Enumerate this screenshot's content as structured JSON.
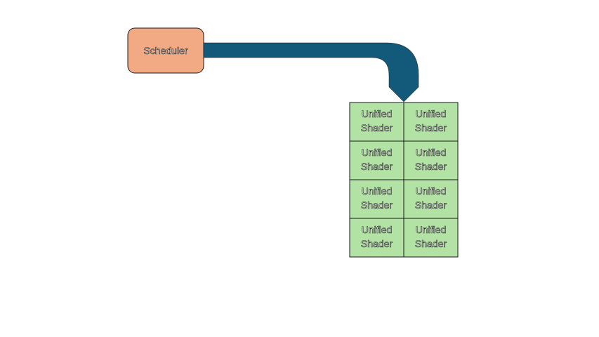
{
  "diagram": {
    "scheduler": {
      "label": "Scheduler"
    },
    "shaders": [
      {
        "line1": "Unified",
        "line2": "Shader"
      },
      {
        "line1": "Unified",
        "line2": "Shader"
      },
      {
        "line1": "Unified",
        "line2": "Shader"
      },
      {
        "line1": "Unified",
        "line2": "Shader"
      },
      {
        "line1": "Unified",
        "line2": "Shader"
      },
      {
        "line1": "Unified",
        "line2": "Shader"
      },
      {
        "line1": "Unified",
        "line2": "Shader"
      },
      {
        "line1": "Unified",
        "line2": "Shader"
      }
    ]
  },
  "colors": {
    "scheduler_fill": "#F2AA84",
    "shader_fill": "#B3E2A5",
    "arrow_fill": "#135A7A",
    "border": "#1A1A1A"
  }
}
